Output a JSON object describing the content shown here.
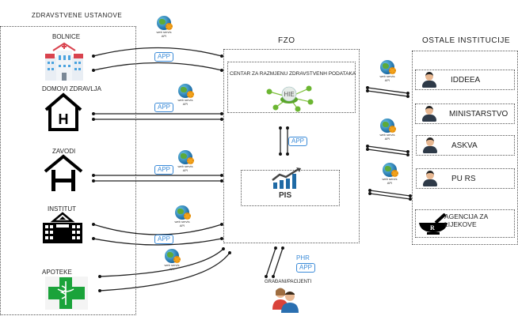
{
  "diagram": {
    "left_group": {
      "title": "ZDRAVSTVENE USTANOVE",
      "items": [
        {
          "label": "BOLNICE",
          "icon": "hospital-icon"
        },
        {
          "label": "DOMOVI ZDRAVLJA",
          "icon": "house-h-icon"
        },
        {
          "label": "ZAVODI",
          "icon": "house-h-icon"
        },
        {
          "label": "INSTITUT",
          "icon": "institute-building-icon"
        },
        {
          "label": "APOTEKE",
          "icon": "pharmacy-cross-icon"
        }
      ]
    },
    "center_group": {
      "title": "FZO",
      "hie_box": {
        "label": "CENTAR ZA RAZMJENU ZDRAVSTVENH PODATAKA",
        "icon_text": "HIE"
      },
      "pis_box": {
        "label": "PIS"
      },
      "internal_link_badge": "APP"
    },
    "right_group": {
      "title": "OSTALE INSTITUCIJE",
      "items": [
        {
          "label": "IDDEEA",
          "icon": "person-icon"
        },
        {
          "label": "MINISTARSTVO",
          "icon": "person-icon"
        },
        {
          "label": "ASKVA",
          "icon": "person-icon"
        },
        {
          "label": "PU RS",
          "icon": "person-icon"
        },
        {
          "label": "AGENCIJA ZA LIJEKOVE",
          "icon": "mortar-pestle-icon"
        }
      ]
    },
    "citizens": {
      "label": "GRAĐANI/PACIJENTI",
      "badges": [
        "PHR",
        "APP"
      ]
    },
    "web_service": {
      "line1": "web servis",
      "line2": "API"
    },
    "app_badge": "APP"
  }
}
